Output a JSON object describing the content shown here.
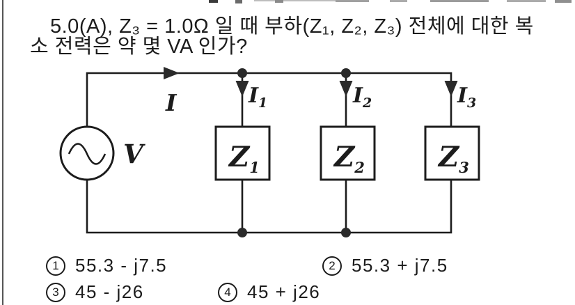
{
  "question": {
    "line1": "5.0(A), Z₃ = 1.0Ω 일 때 부하(Z₁, Z₂, Z₃) 전체에 대한 복",
    "line2": "소 전력은 약 몇 VA 인가?"
  },
  "circuit": {
    "source_label": "V",
    "main_current_label": "I",
    "branches": [
      {
        "current_label": "I",
        "current_sub": "1",
        "impedance_label": "Z",
        "impedance_sub": "1"
      },
      {
        "current_label": "I",
        "current_sub": "2",
        "impedance_label": "Z",
        "impedance_sub": "2"
      },
      {
        "current_label": "I",
        "current_sub": "3",
        "impedance_label": "Z",
        "impedance_sub": "3"
      }
    ]
  },
  "options": [
    {
      "number": "1",
      "value": "55.3 - j7.5"
    },
    {
      "number": "2",
      "value": "55.3 + j7.5"
    },
    {
      "number": "3",
      "value": "45 - j26"
    },
    {
      "number": "4",
      "value": "45 + j26"
    }
  ],
  "colors": {
    "ink": "#1c1c1c",
    "background": "#ffffff"
  }
}
